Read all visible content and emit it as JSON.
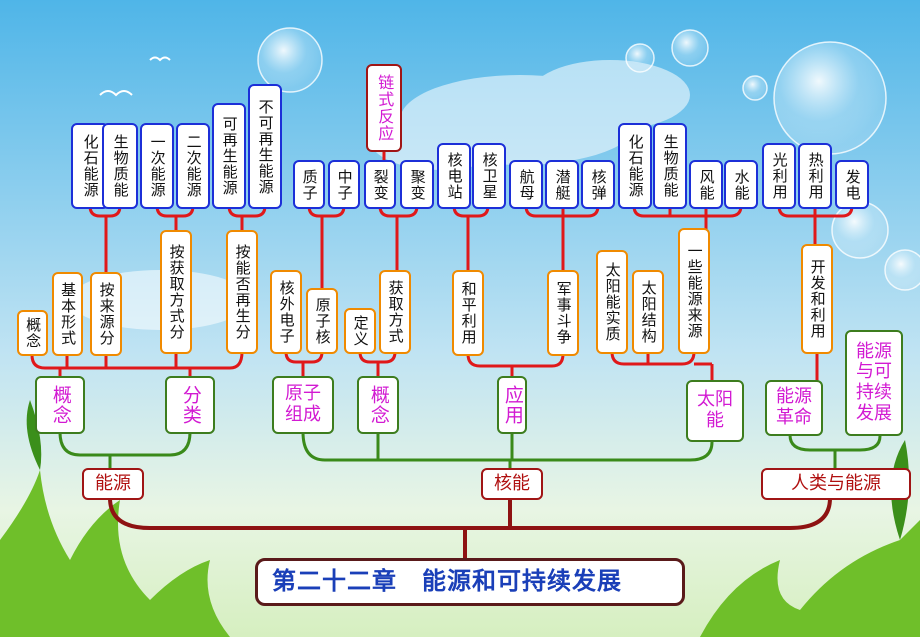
{
  "title": "第二十二章　能源和可持续发展",
  "level1": {
    "energy": "能源",
    "nuclear": "核能",
    "human": "人类与能源"
  },
  "level2": {
    "concept": "概念",
    "classify": "分类",
    "atom": "原子组成",
    "nconcept": "概念",
    "apply": "应用",
    "solar": "太阳能",
    "revolution": "能源革命",
    "sustain": "能源与可持续发展"
  },
  "level3": {
    "concept_def": "概念",
    "basic_form": "基本形式",
    "by_source": "按来源分",
    "by_method": "按获取方式分",
    "by_renew": "按能否再生分",
    "outer_electron": "核外电子",
    "nucleus": "原子核",
    "definition": "定义",
    "obtain": "获取方式",
    "peaceful": "和平利用",
    "military": "军事斗争",
    "solar_essence": "太阳能实质",
    "solar_structure": "太阳结构",
    "some_sources": "一些能源来源",
    "develop": "开发和利用"
  },
  "level4": {
    "fossil": "化石能源",
    "bio": "生物质能",
    "primary": "一次能源",
    "secondary": "二次能源",
    "renewable": "可再生能源",
    "nonrenewable": "不可再生能源",
    "proton": "质子",
    "neutron": "中子",
    "fission": "裂变",
    "fusion": "聚变",
    "chain": "链式反应",
    "plant": "核电站",
    "satellite": "核卫星",
    "carrier": "航母",
    "submarine": "潜艇",
    "bomb": "核弹",
    "fossil2": "化石能源",
    "bio2": "生物质能",
    "wind": "风能",
    "water": "水能",
    "light": "光利用",
    "heat": "热利用",
    "power": "发电"
  }
}
